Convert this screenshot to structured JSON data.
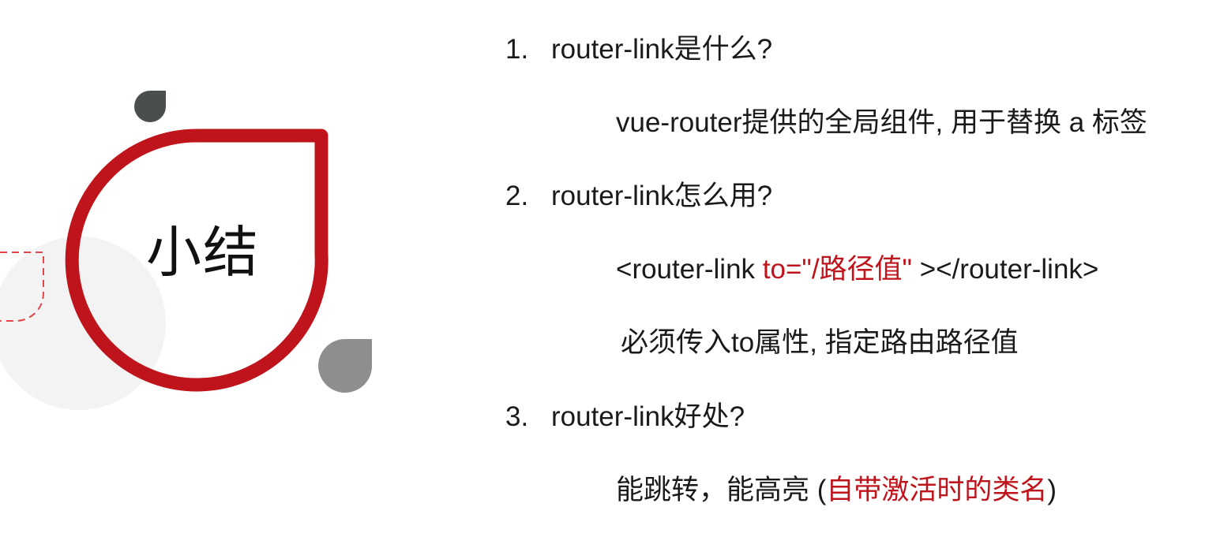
{
  "colors": {
    "accent": "#c0141c",
    "text": "#1a1a1a",
    "drop_dark": "#4a4e4f",
    "drop_gray": "#8e8e8e",
    "bg_circle": "#f3f3f3"
  },
  "title": "小结",
  "items": [
    {
      "number": "1.",
      "question": "router-link是什么?",
      "answer": "vue-router提供的全局组件, 用于替换 a 标签"
    },
    {
      "number": "2.",
      "question": "router-link怎么用?",
      "code": {
        "open": "<router-link ",
        "attr": "to=\"/路径值\"",
        "close": " ></router-link>"
      },
      "note": "必须传入to属性, 指定路由路径值"
    },
    {
      "number": "3.",
      "question": "router-link好处?",
      "answer_prefix": "能跳转，能高亮 (",
      "answer_highlight": "自带激活时的类名",
      "answer_suffix": ")"
    }
  ]
}
